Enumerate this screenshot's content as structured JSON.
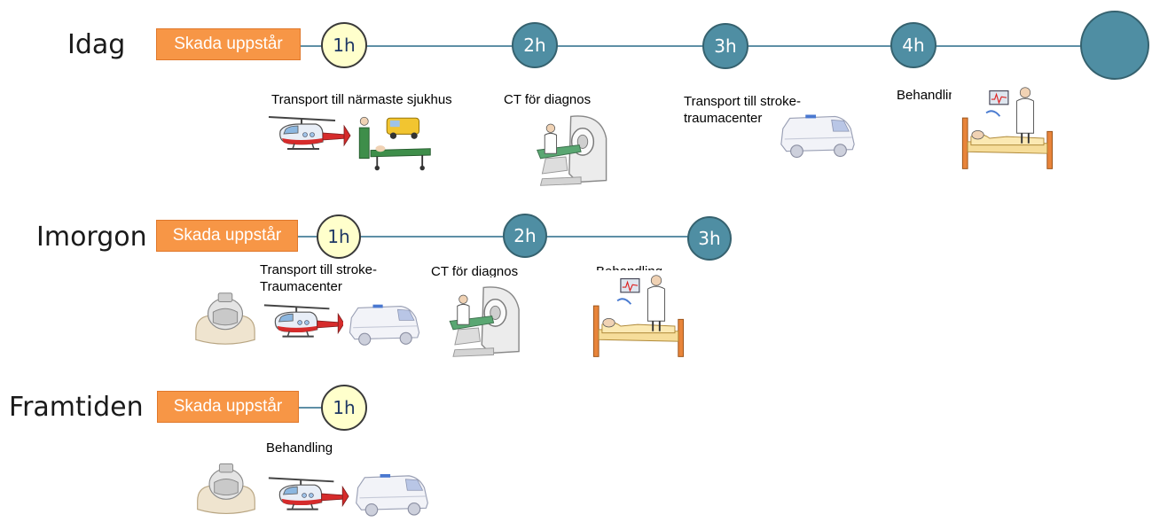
{
  "rows": [
    {
      "label": "Idag",
      "start_label": "Skada uppstår",
      "markers": [
        "1h",
        "2h",
        "3h",
        "4h",
        ""
      ],
      "steps": [
        {
          "label": "Transport till närmaste sjukhus",
          "icons": [
            "helicopter-icon",
            "paramedic-stretcher-icon"
          ]
        },
        {
          "label": "CT för diagnos",
          "icons": [
            "ct-scanner-icon"
          ]
        },
        {
          "label": "Transport till stroke-\ntraumacenter",
          "icons": [
            "ambulance-icon"
          ]
        },
        {
          "label": "Behandling",
          "icons": [
            "hospital-bed-doctor-icon"
          ]
        }
      ]
    },
    {
      "label": "Imorgon",
      "start_label": "Skada uppstår",
      "markers": [
        "1h",
        "2h",
        "3h"
      ],
      "steps": [
        {
          "label": "Transport till stroke-\nTraumacenter",
          "icons": [
            "helmet-device-icon",
            "helicopter-icon",
            "ambulance-icon"
          ]
        },
        {
          "label": "CT för diagnos",
          "icons": [
            "ct-scanner-icon"
          ]
        },
        {
          "label": "Behandling",
          "icons": [
            "hospital-bed-doctor-icon"
          ]
        }
      ]
    },
    {
      "label": "Framtiden",
      "start_label": "Skada uppstår",
      "markers": [
        "1h"
      ],
      "steps": [
        {
          "label": "Behandling",
          "icons": [
            "helmet-device-icon",
            "helicopter-icon",
            "ambulance-icon"
          ]
        }
      ]
    }
  ]
}
